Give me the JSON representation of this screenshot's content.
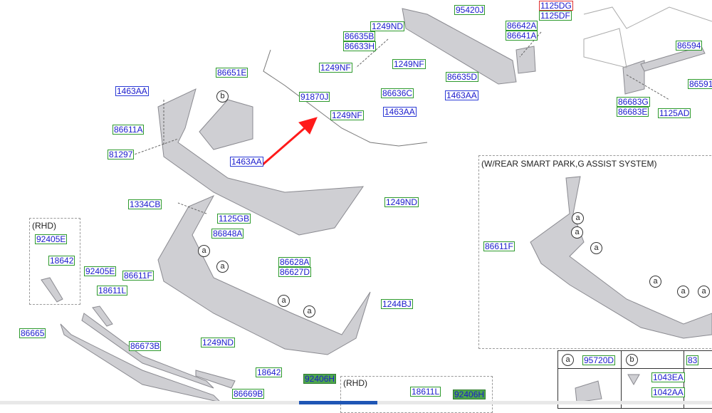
{
  "labels": [
    "1125DG",
    "1125DF",
    "95420J",
    "86642A",
    "86641A",
    "1249ND",
    "86635B",
    "86633H",
    "86594",
    "1249NF",
    "1249NF",
    "86635D",
    "86651E",
    "1463AA",
    "91870J",
    "86636C",
    "1463AA",
    "86591",
    "86683G",
    "86683E",
    "1249NF",
    "1463AA",
    "1125AD",
    "86611A",
    "81297",
    "1463AA",
    "1334CB",
    "1249ND",
    "1125GB",
    "86848A",
    "92405E",
    "86611F",
    "86628A",
    "86627D",
    "18642",
    "92405E",
    "86611F",
    "18611L",
    "1244BJ",
    "86665",
    "86673B",
    "1249ND",
    "18642",
    "92406H",
    "86669B",
    "95720D",
    "18611L",
    "92406H",
    "1043EA",
    "1042AA",
    "83"
  ],
  "notes": {
    "smart_park": "(W/REAR SMART PARK,G ASSIST SYSTEM)",
    "rhd": "(RHD)"
  },
  "callouts": {
    "a": "a",
    "b": "b"
  },
  "colors": {
    "label_border": "#2e9a2e",
    "label_text": "#1a1acc",
    "highlight_red": "#e03030",
    "highlight_fill": "#4da64d",
    "arrow": "#ff1a1a"
  }
}
